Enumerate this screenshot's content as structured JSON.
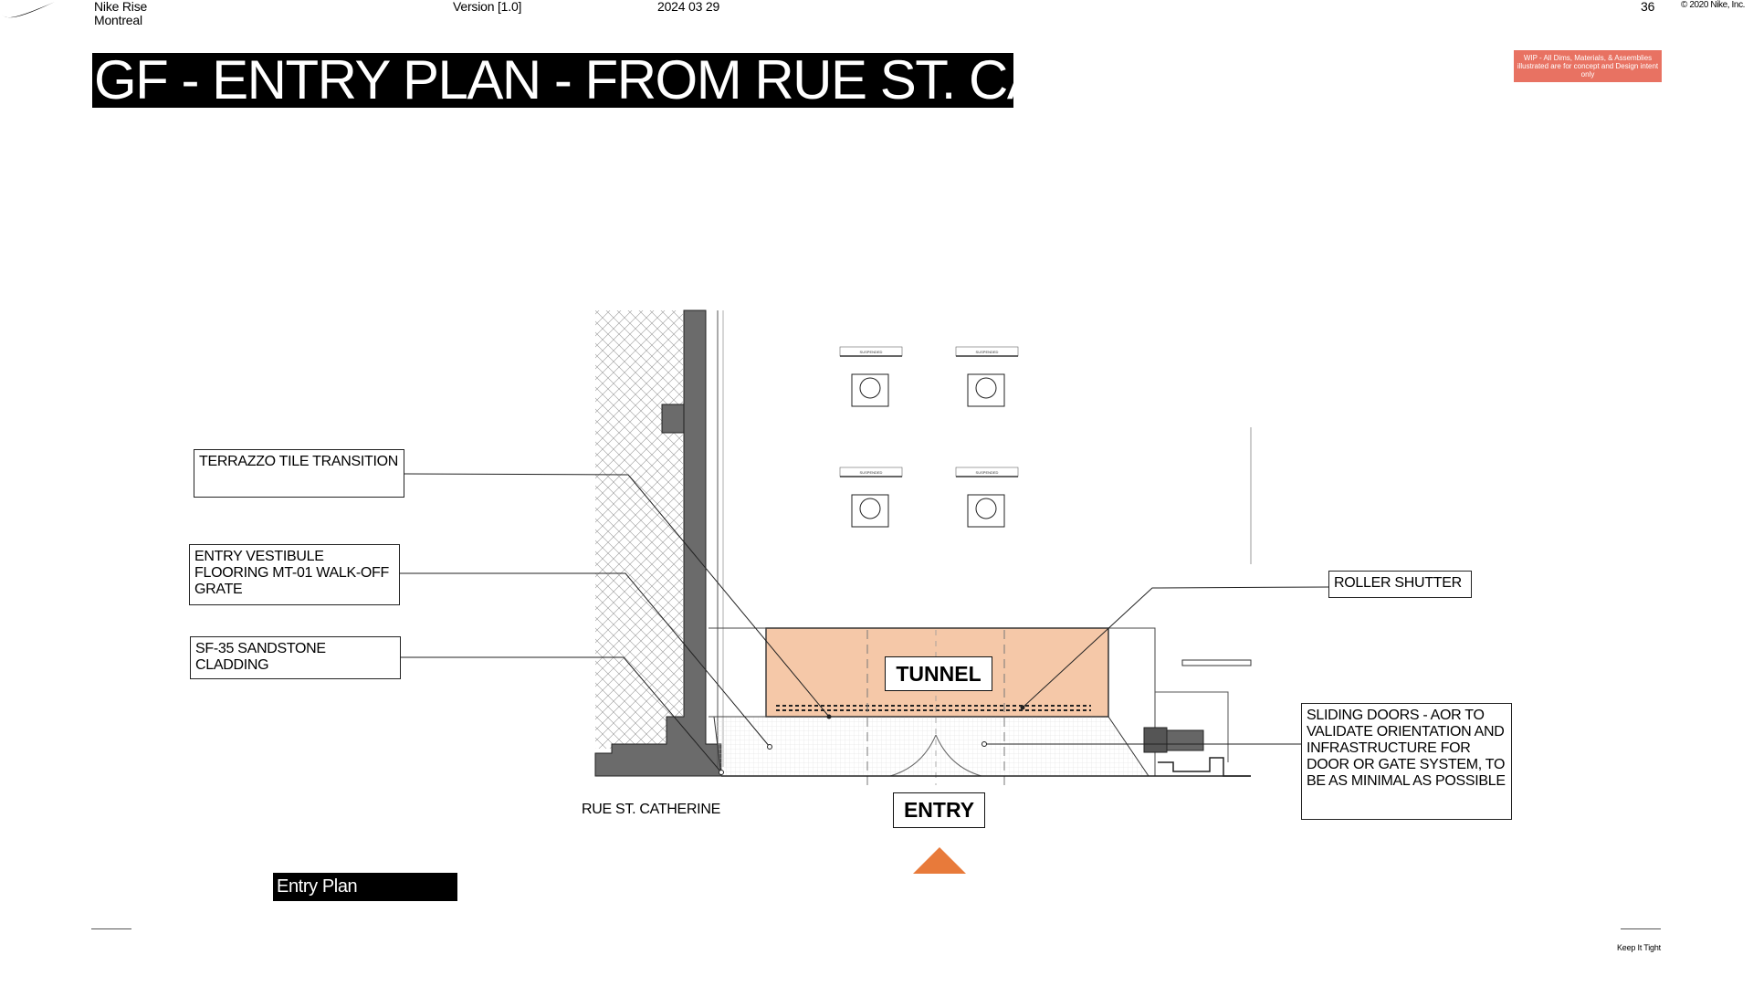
{
  "header": {
    "brand": "Nike Rise\nMontreal",
    "version": "Version [1.0]",
    "date": "2024 03 29",
    "page_number": "36",
    "copyright": "© 2020 Nike, Inc."
  },
  "title": "GF - ENTRY PLAN - FROM RUE ST. CATHERINE",
  "wip_note": "WIP - All Dims, Materials, & Assemblies illustrated are for concept and Design intent only",
  "callouts": {
    "terrazzo": "TERRAZZO TILE TRANSITION",
    "vestibule": "ENTRY VESTIBULE FLOORING MT-01 WALK-OFF GRATE",
    "sandstone": "SF-35 SANDSTONE CLADDING",
    "roller": "ROLLER SHUTTER",
    "sliding": "SLIDING DOORS - AOR TO VALIDATE ORIENTATION AND INFRASTRUCTURE FOR DOOR OR GATE SYSTEM, TO BE AS MINIMAL AS POSSIBLE"
  },
  "plan": {
    "tunnel_label": "TUNNEL",
    "entry_label": "ENTRY",
    "street_label": "RUE ST. CATHERINE",
    "fixture_label": "SUSPENDED"
  },
  "view_tag": "Entry Plan",
  "footer": "Keep It Tight",
  "colors": {
    "tunnel_fill": "#f5c8a8",
    "entry_arrow": "#e87a3a",
    "wip_badge": "#e87262",
    "wall": "#6b6b6b"
  }
}
